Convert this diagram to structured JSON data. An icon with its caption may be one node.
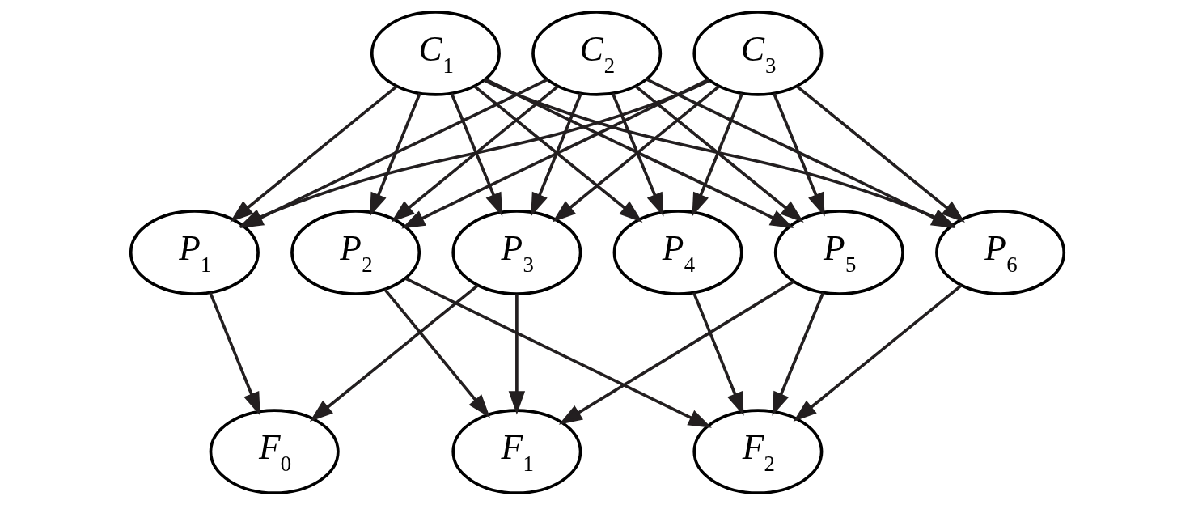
{
  "diagram": {
    "nodes": [
      {
        "text": [
          "*C*$_{1}$"
        ]
      },
      {
        "text": [
          "*C*$_{2}$"
        ]
      },
      {
        "text": [
          "*C*$_{3}$"
        ]
      },
      {
        "text": [
          "*P*$_{1}$"
        ]
      },
      {
        "text": [
          "*P*$_{2}$"
        ]
      },
      {
        "text": [
          "*P*$_{3}$"
        ]
      },
      {
        "text": [
          "*P*$_{4}$"
        ]
      },
      {
        "text": [
          "*P*$_{5}$"
        ]
      },
      {
        "text": [
          "*P*$_{6}$"
        ]
      },
      {
        "text": [
          "*F*$_{0}$"
        ]
      },
      {
        "text": [
          "*F*$_{1}$"
        ]
      },
      {
        "text": [
          "*F*$_{2}$"
        ]
      }
    ],
    "edges": [
      {
        "from": 0,
        "to": 3,
        "arrow": "to"
      },
      {
        "from": 0,
        "to": 4,
        "arrow": "to"
      },
      {
        "from": 0,
        "to": 5,
        "arrow": "to"
      },
      {
        "from": 0,
        "to": 6,
        "arrow": "to"
      },
      {
        "from": 0,
        "to": 7,
        "arrow": "to"
      },
      {
        "from": 0,
        "to": 8,
        "arrow": "to"
      },
      {
        "from": 1,
        "to": 3,
        "arrow": "to"
      },
      {
        "from": 1,
        "to": 4,
        "arrow": "to"
      },
      {
        "from": 1,
        "to": 5,
        "arrow": "to"
      },
      {
        "from": 1,
        "to": 6,
        "arrow": "to"
      },
      {
        "from": 1,
        "to": 7,
        "arrow": "to"
      },
      {
        "from": 1,
        "to": 8,
        "arrow": "to"
      },
      {
        "from": 2,
        "to": 3,
        "arrow": "to"
      },
      {
        "from": 2,
        "to": 4,
        "arrow": "to"
      },
      {
        "from": 2,
        "to": 5,
        "arrow": "to"
      },
      {
        "from": 2,
        "to": 6,
        "arrow": "to"
      },
      {
        "from": 2,
        "to": 7,
        "arrow": "to"
      },
      {
        "from": 2,
        "to": 8,
        "arrow": "to"
      },
      {
        "from": 3,
        "to": 9,
        "arrow": "to"
      },
      {
        "from": 4,
        "to": 10,
        "arrow": "to"
      },
      {
        "from": 4,
        "to": 11,
        "arrow": "to"
      },
      {
        "from": 5,
        "to": 9,
        "arrow": "to"
      },
      {
        "from": 5,
        "to": 10,
        "arrow": "to"
      },
      {
        "from": 6,
        "to": 11,
        "arrow": "to"
      },
      {
        "from": 7,
        "to": 10,
        "arrow": "to"
      },
      {
        "from": 7,
        "to": 11,
        "arrow": "to"
      },
      {
        "from": 8,
        "to": 11,
        "arrow": "to"
      }
    ]
  }
}
